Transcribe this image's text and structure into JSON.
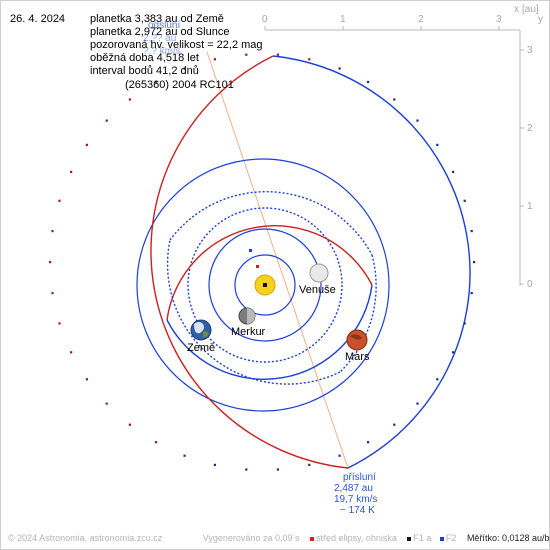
{
  "date": "26. 4. 2024",
  "info": [
    "planetka 3,383 au od Země",
    "planetka 2,972 au od Slunce",
    "pozorovaná hv. velikost = 22,2 mag",
    "oběžná doba 4,518 let",
    "interval bodů 41,2 dnů"
  ],
  "asteroid_name": "(265360) 2004 RC101",
  "aphelion": {
    "label": "odsluní",
    "distance": "2,?? au",
    "speed": "?,? km/s"
  },
  "perihelion": {
    "label": "přísluní",
    "distance": "2,487 au",
    "speed": "19,7 km/s",
    "direction": "~ 174 K"
  },
  "top_axis": {
    "ticks": [
      "0",
      "1",
      "2",
      "3"
    ],
    "name": "x",
    "unit": "[au]"
  },
  "right_axis": {
    "ticks": [
      "3",
      "2",
      "1",
      "0"
    ],
    "name": "y"
  },
  "planets": {
    "sun": "",
    "mercury": "Merkur",
    "venus": "Venuše",
    "earth": "Země",
    "mars": "Mars"
  },
  "footer": {
    "copyright": "© 2024 Astronomia, astronomia.zcu.cz",
    "generated": "Vygenerováno za 0,09 s",
    "legend_center": "střed elipsy, ohniska",
    "legend_f1": "F1 a",
    "legend_f2": "F2",
    "scale": "Měřítko: 0,0128 au/bod"
  },
  "colors": {
    "orbit_red": "#cc1f1f",
    "orbit_blue": "#1b3fd6",
    "sun": "#f5d21b",
    "mars": "#c8502a",
    "axis_grey": "#a8a8a8",
    "apsis_line": "#f2b08a"
  }
}
